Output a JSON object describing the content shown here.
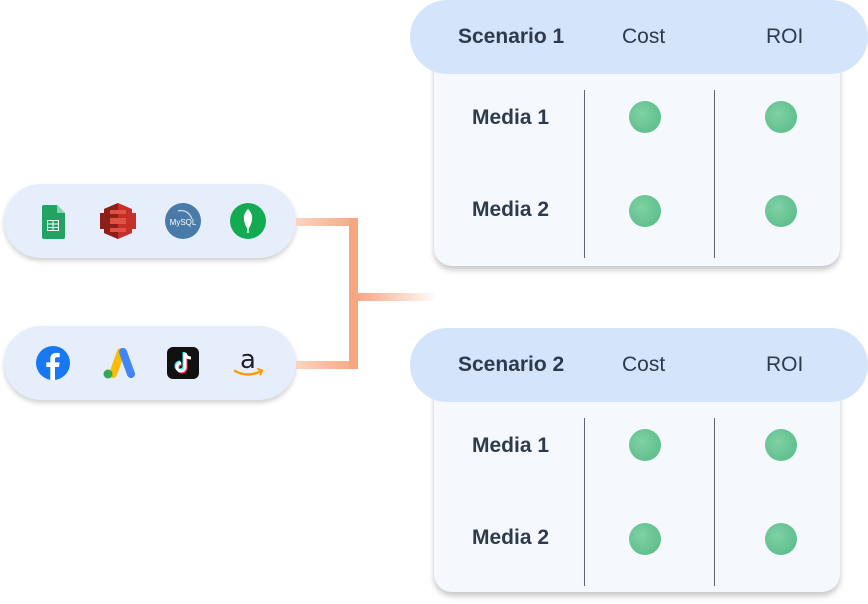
{
  "sources": {
    "top_icons": [
      "google-sheets-icon",
      "aws-s3-icon",
      "mysql-icon",
      "mongodb-icon"
    ],
    "bottom_icons": [
      "facebook-icon",
      "google-ads-icon",
      "tiktok-icon",
      "amazon-icon"
    ]
  },
  "scenarios": [
    {
      "title": "Scenario 1",
      "col_cost": "Cost",
      "col_roi": "ROI",
      "rows": [
        "Media 1",
        "Media 2"
      ]
    },
    {
      "title": "Scenario 2",
      "col_cost": "Cost",
      "col_roi": "ROI",
      "rows": [
        "Media 1",
        "Media 2"
      ]
    }
  ],
  "colors": {
    "pill_bg": "#e6eefb",
    "header_bg": "#d4e4fb",
    "connector": "#f6a782",
    "dot": "#66c494"
  }
}
